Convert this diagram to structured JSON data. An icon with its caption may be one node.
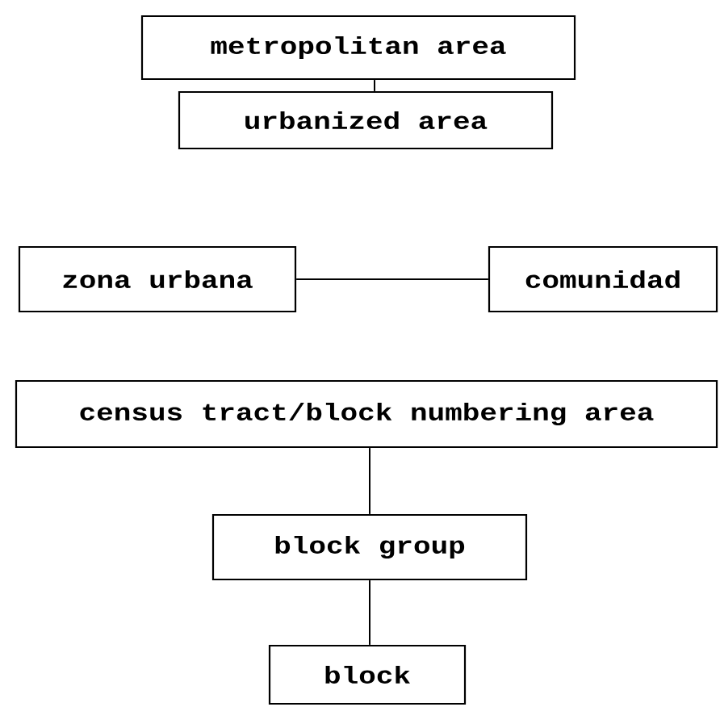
{
  "diagram": {
    "nodes": [
      {
        "text": [
          "metropolitan area"
        ]
      },
      {
        "text": [
          "urbanized area"
        ]
      },
      {
        "text": [
          "zona urbana"
        ]
      },
      {
        "text": [
          "comunidad"
        ]
      },
      {
        "text": [
          "census tract/block numbering area"
        ]
      },
      {
        "text": [
          "block group"
        ]
      },
      {
        "text": [
          "block"
        ]
      }
    ],
    "edges": [
      {
        "from": 0,
        "to": 1,
        "arrow": "none"
      },
      {
        "from": 2,
        "to": 3,
        "arrow": "none"
      },
      {
        "from": 4,
        "to": 5,
        "arrow": "none"
      },
      {
        "from": 5,
        "to": 6,
        "arrow": "none"
      }
    ]
  }
}
